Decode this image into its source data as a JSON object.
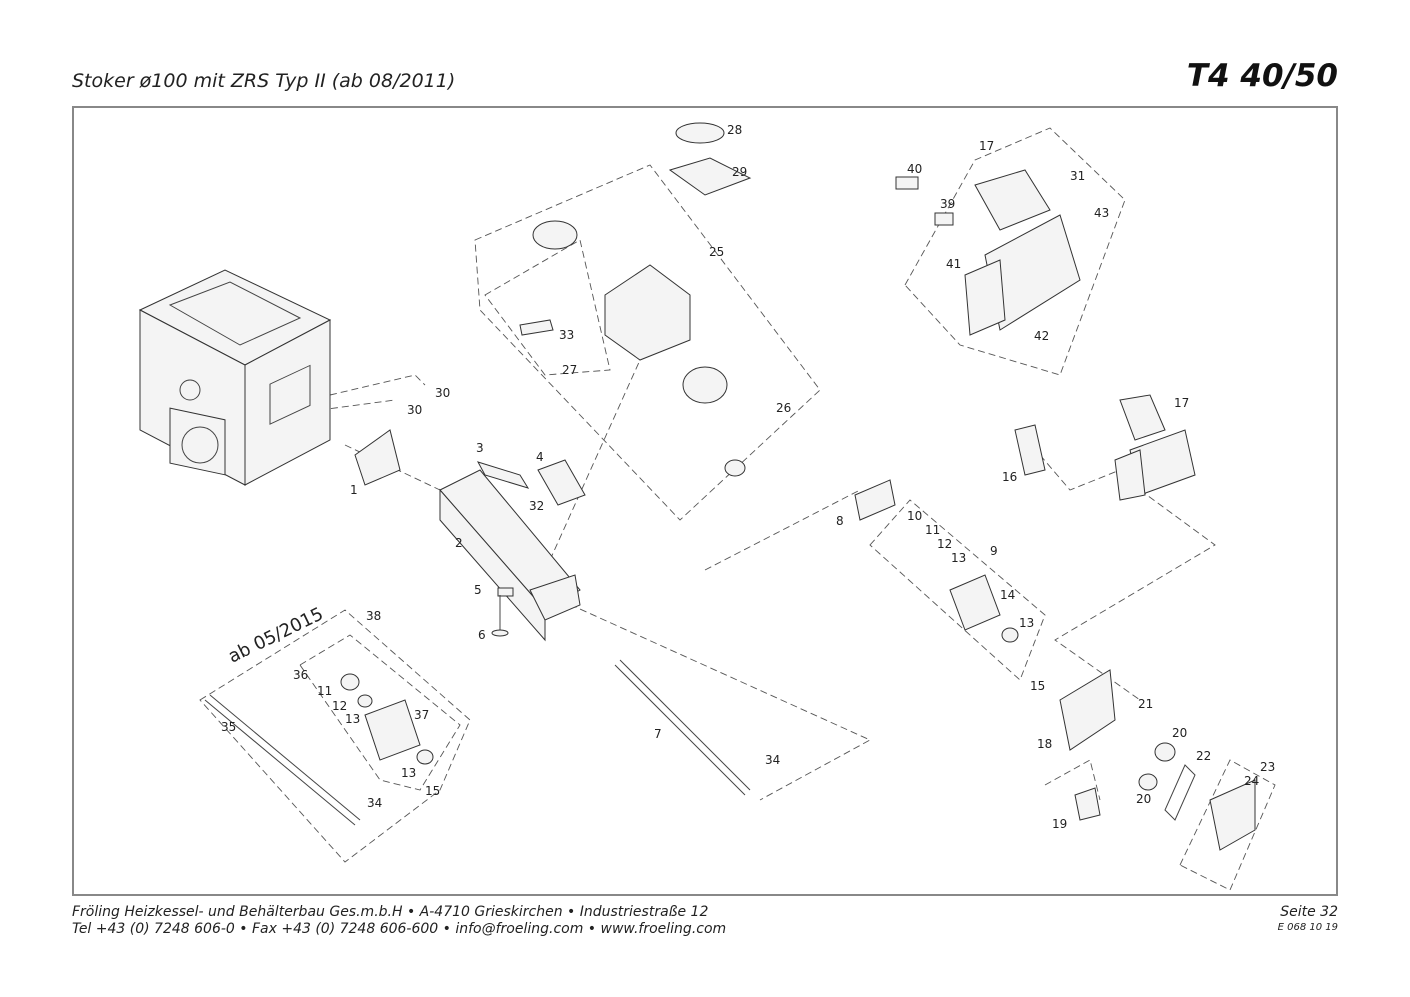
{
  "header": {
    "title": "Stoker ø100 mit ZRS Typ II (ab 08/2011)",
    "model": "T4 40/50"
  },
  "footer": {
    "line1": "Fröling Heizkessel- und Behälterbau Ges.m.b.H  •  A-4710 Grieskirchen  •  Industriestraße 12",
    "line2": "Tel +43 (0) 7248 606-0  •  Fax +43 (0) 7248 606-600  •  info@froeling.com  •  www.froeling.com",
    "page": "Seite 32",
    "code": "E 068 10 19"
  },
  "variant_note": "ab 05/2015",
  "part_labels": [
    "1",
    "2",
    "3",
    "4",
    "5",
    "6",
    "7",
    "8",
    "9",
    "10",
    "11",
    "12",
    "13",
    "14",
    "15",
    "16",
    "17",
    "18",
    "19",
    "20",
    "21",
    "22",
    "23",
    "24",
    "25",
    "26",
    "27",
    "28",
    "29",
    "30",
    "31",
    "32",
    "33",
    "34",
    "35",
    "36",
    "37",
    "38",
    "39",
    "40",
    "41",
    "42",
    "43"
  ]
}
